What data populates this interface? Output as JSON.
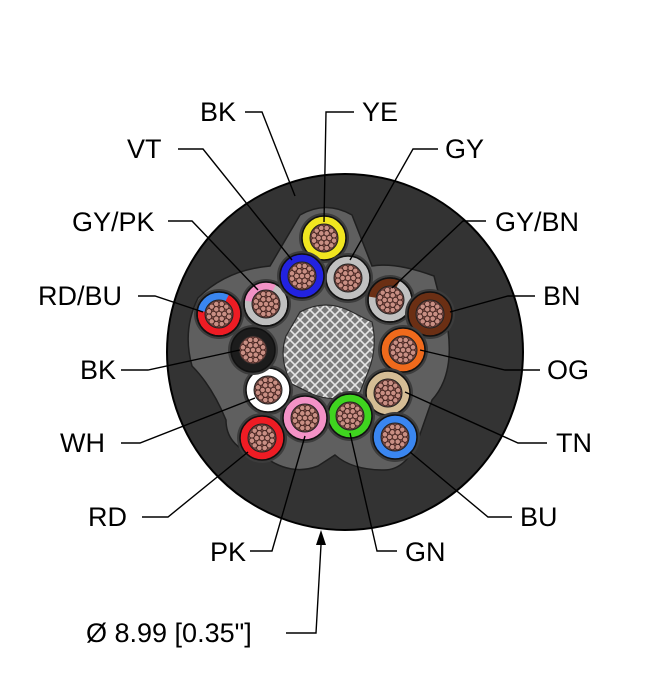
{
  "diagram": {
    "dimension": "Ø 8.99 [0.35\"]",
    "colors": {
      "jacket": "#333333",
      "filler": "#5f5f5f",
      "strand": "#c98f84"
    },
    "conductors": [
      {
        "id": "YE",
        "label": "YE",
        "insulation": "#f1e620",
        "stripe": null
      },
      {
        "id": "GY",
        "label": "GY",
        "insulation": "#c0c0c0",
        "stripe": null
      },
      {
        "id": "GY-BN",
        "label": "GY/BN",
        "insulation": "#c0c0c0",
        "stripe": "#6b2f14"
      },
      {
        "id": "BN",
        "label": "BN",
        "insulation": "#6b2f14",
        "stripe": null
      },
      {
        "id": "OG",
        "label": "OG",
        "insulation": "#f06a1c",
        "stripe": null
      },
      {
        "id": "TN",
        "label": "TN",
        "insulation": "#d5bd95",
        "stripe": null
      },
      {
        "id": "BU",
        "label": "BU",
        "insulation": "#3a86f0",
        "stripe": null
      },
      {
        "id": "GN",
        "label": "GN",
        "insulation": "#3fd41f",
        "stripe": null
      },
      {
        "id": "PK",
        "label": "PK",
        "insulation": "#f392c6",
        "stripe": null
      },
      {
        "id": "RD",
        "label": "RD",
        "insulation": "#ee1c24",
        "stripe": null
      },
      {
        "id": "WH",
        "label": "WH",
        "insulation": "#ffffff",
        "stripe": null
      },
      {
        "id": "BK",
        "label": "BK",
        "insulation": "#1c1c1c",
        "stripe": null
      },
      {
        "id": "RD-BU",
        "label": "RD/BU",
        "insulation": "#ee1c24",
        "stripe": "#3a86f0"
      },
      {
        "id": "GY-PK",
        "label": "GY/PK",
        "insulation": "#c0c0c0",
        "stripe": "#f392c6"
      },
      {
        "id": "VT",
        "label": "VT",
        "insulation": "#2222e0",
        "stripe": null
      }
    ],
    "jacket_label": "BK"
  }
}
